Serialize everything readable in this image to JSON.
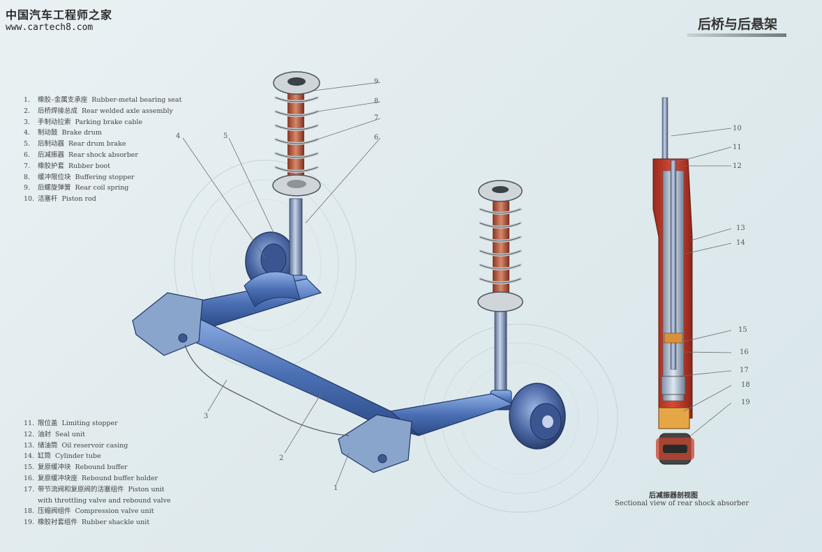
{
  "watermark": {
    "cn": "中国汽车工程师之家",
    "url": "www.cartech8.com"
  },
  "title": "后桥与后悬架",
  "legend_top": [
    {
      "n": "1.",
      "cn": "橡胶–金属支承座",
      "en": "Rubber-metal bearing seat"
    },
    {
      "n": "2.",
      "cn": "后桥焊接总成",
      "en": "Rear welded axle assembly"
    },
    {
      "n": "3.",
      "cn": "手制动拉索",
      "en": "Parking brake cable"
    },
    {
      "n": "4.",
      "cn": "制动鼓",
      "en": "Brake drum"
    },
    {
      "n": "5.",
      "cn": "后制动器",
      "en": "Rear drum brake"
    },
    {
      "n": "6.",
      "cn": "后减振器",
      "en": "Rear shock absorber"
    },
    {
      "n": "7.",
      "cn": "橡胶护套",
      "en": "Rubber boot"
    },
    {
      "n": "8.",
      "cn": "缓冲限位块",
      "en": "Buffering stopper"
    },
    {
      "n": "9.",
      "cn": "后螺旋弹簧",
      "en": "Rear coil spring"
    },
    {
      "n": "10.",
      "cn": "活塞杆",
      "en": "Piston rod"
    }
  ],
  "legend_bottom": [
    {
      "n": "11.",
      "cn": "限位盖",
      "en": "Limiting stopper"
    },
    {
      "n": "12.",
      "cn": "油封",
      "en": "Seal unit"
    },
    {
      "n": "13.",
      "cn": "储油筒",
      "en": "Oil reservoir casing"
    },
    {
      "n": "14.",
      "cn": "缸筒",
      "en": "Cylinder tube"
    },
    {
      "n": "15.",
      "cn": "复原缓冲块",
      "en": "Rebound buffer"
    },
    {
      "n": "16.",
      "cn": "复原缓冲块座",
      "en": "Rebound buffer holder"
    },
    {
      "n": "17.",
      "cn": "带节流阀和复原阀的活塞组件",
      "en": "Piston unit",
      "en2": "with throttling valve and rebound valve"
    },
    {
      "n": "18.",
      "cn": "压缩阀组件",
      "en": "Compression valve unit"
    },
    {
      "n": "19.",
      "cn": "橡胶衬套组件",
      "en": "Rubber shackle unit"
    }
  ],
  "callouts": {
    "c1": "1",
    "c2": "2",
    "c3": "3",
    "c4": "4",
    "c5": "5",
    "c6": "6",
    "c7": "7",
    "c8": "8",
    "c9": "9",
    "c10": "10",
    "c11": "11",
    "c12": "12",
    "c13": "13",
    "c14": "14",
    "c15": "15",
    "c16": "16",
    "c17": "17",
    "c18": "18",
    "c19": "19"
  },
  "caption": {
    "cn": "后减振器剖视图",
    "en": "Sectional view of rear shock absorber"
  },
  "colors": {
    "axle": "#4a6fb3",
    "spring": "#d9dde0",
    "boot": "#b5543a",
    "casing": "#c8432e",
    "oil": "#e0a040"
  }
}
